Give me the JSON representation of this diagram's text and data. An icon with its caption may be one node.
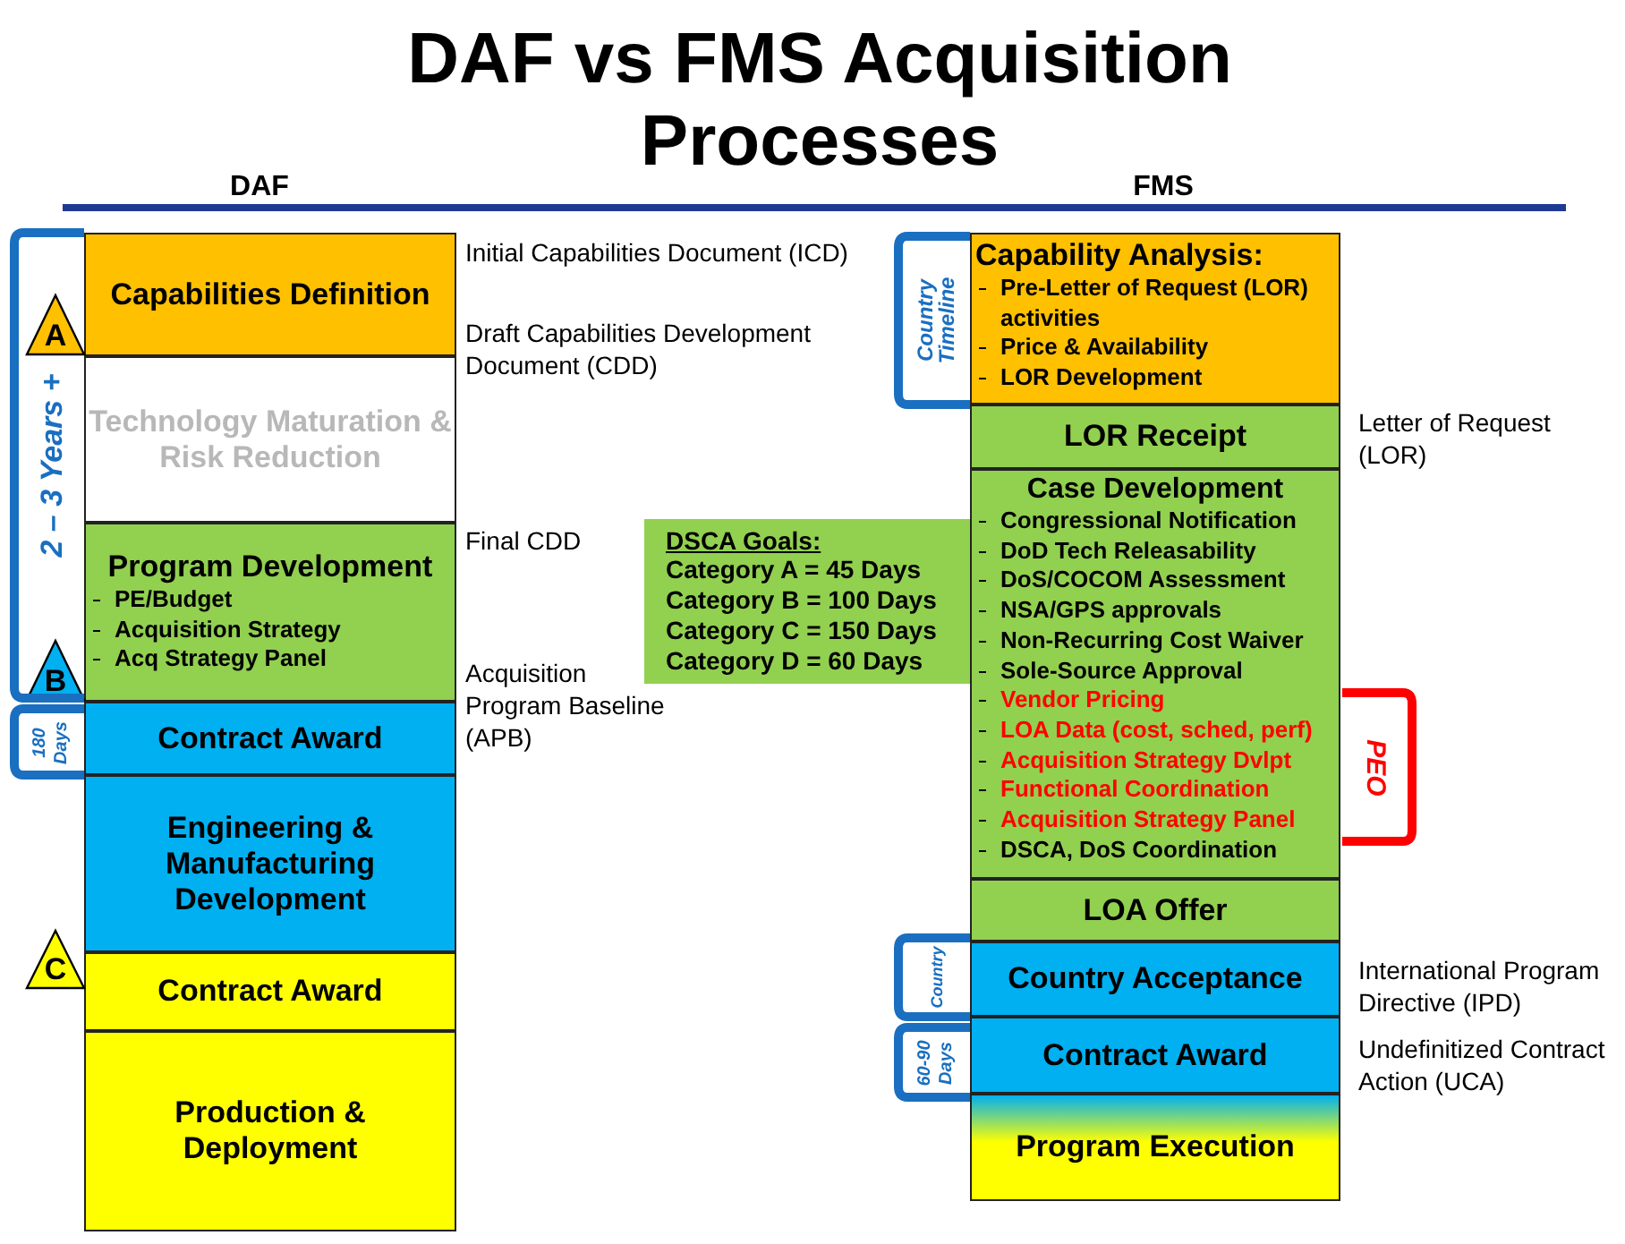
{
  "diagram": {
    "title": "DAF vs FMS Acquisition Processes",
    "nodes": [
      {
        "text": [
          "Capabilities Definition"
        ],
        "beside": [
          "Initial Capabilities Document (ICD)",
          "Draft Capabilities Development Document (CDD)"
        ]
      },
      {
        "text": [
          "Technology Maturation & Risk Reduction"
        ]
      },
      {
        "text": [
          "Program Development",
          "PE/Budget",
          "Acquisition Strategy",
          "Acq Strategy Panel"
        ],
        "beside": [
          "Final CDD",
          "Acquisition Program Baseline (APB)"
        ]
      },
      {
        "text": [
          "Contract Award"
        ]
      },
      {
        "text": [
          "Engineering & Manufacturing Development"
        ]
      },
      {
        "text": [
          "Contract Award"
        ]
      },
      {
        "text": [
          "Production & Deployment"
        ]
      },
      {
        "text": [
          "A"
        ]
      },
      {
        "text": [
          "B"
        ]
      },
      {
        "text": [
          "C"
        ]
      },
      {
        "text": [
          "DSCA Goals:",
          "Category A = 45 Days",
          "Category B = 100 Days",
          "Category C = 150 Days",
          "Category D = 60 Days"
        ]
      },
      {
        "text": [
          "Capability Analysis:",
          "Pre-Letter of Request (LOR) activities",
          "Price & Availability",
          "LOR Development"
        ]
      },
      {
        "text": [
          "LOR Receipt"
        ],
        "beside": [
          "Letter of Request (LOR)"
        ]
      },
      {
        "text": [
          "Case Development",
          "Congressional Notification",
          "DoD Tech Releasability",
          "DoS/COCOM Assessment",
          "NSA/GPS approvals",
          "Non-Recurring Cost Waiver",
          "Sole-Source Approval",
          "Vendor Pricing",
          "LOA Data (cost, sched, perf)",
          "Acquisition Strategy Dvlpt",
          "Functional Coordination",
          "Acquisition Strategy Panel",
          "DSCA, DoS Coordination"
        ]
      },
      {
        "text": [
          "LOA Offer"
        ]
      },
      {
        "text": [
          "Country Acceptance"
        ],
        "beside": [
          "International Program Directive (IPD)"
        ]
      },
      {
        "text": [
          "Contract Award"
        ],
        "beside": [
          "Undefinitized Contract Action (UCA)"
        ]
      },
      {
        "text": [
          "Program Execution"
        ]
      }
    ],
    "labels": [
      "DAF",
      "FMS",
      "Country Timeline",
      "2 – 3 Years +",
      "180 Days",
      "PEO",
      "Country",
      "60-90 Days"
    ]
  }
}
